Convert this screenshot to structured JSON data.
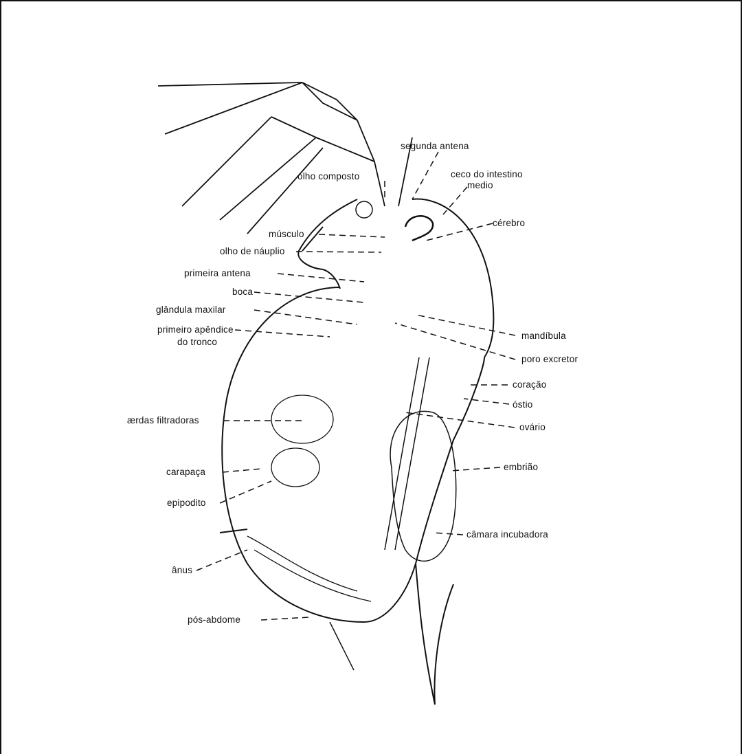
{
  "figure": {
    "labels": {
      "segunda_antena": "segunda antena",
      "olho_composto": "olho composto",
      "ceco_intestino": "ceco do intestino",
      "ceco_intestino_2": "medio",
      "cerebro": "cérebro",
      "musculo": "músculo",
      "olho_nauplio": "olho de náuplio",
      "primeira_antena": "primeira antena",
      "boca": "boca",
      "glandula_maxilar": "glândula maxilar",
      "primeiro_apendice": "primeiro apêndice",
      "primeiro_apendice_2": "do tronco",
      "mandibula": "mandíbula",
      "poro_excretor": "poro excretor",
      "coracao": "coração",
      "ostio": "óstio",
      "cerdas_filtradoras": "ærdas filtradoras",
      "ovario": "ovário",
      "carapaca": "carapaça",
      "embriao": "embrião",
      "epipodito": "epipodito",
      "camara_incubadora": "câmara incubadora",
      "anus": "ânus",
      "pos_abdome": "pós-abdome"
    }
  }
}
